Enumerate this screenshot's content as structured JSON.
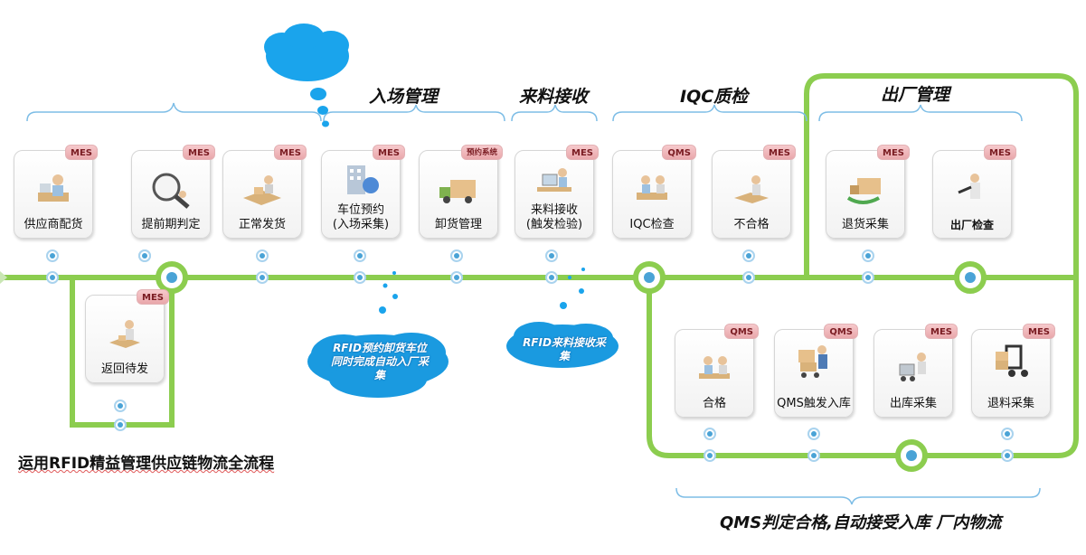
{
  "sections": {
    "entry": "入场管理",
    "receive": "来料接收",
    "iqc": "IQC质检",
    "exit": "出厂管理"
  },
  "cards": {
    "supplier": {
      "badge": "MES",
      "label": "供应商配货"
    },
    "advance": {
      "badge": "MES",
      "label": "提前期判定"
    },
    "normal": {
      "badge": "MES",
      "label": "正常发货"
    },
    "parking": {
      "badge": "MES",
      "label1": "车位预约",
      "label2": "(入场采集)"
    },
    "unload": {
      "badge": "预约系统",
      "label": "卸货管理"
    },
    "receiving": {
      "badge": "MES",
      "label1": "来料接收",
      "label2": "(触发检验)"
    },
    "iqc_check": {
      "badge": "QMS",
      "label": "IQC检查"
    },
    "fail": {
      "badge": "MES",
      "label": "不合格"
    },
    "return_collect": {
      "badge": "MES",
      "label": "退货采集"
    },
    "exit_check": {
      "badge": "MES",
      "label": "出厂检查"
    },
    "return_wait": {
      "badge": "MES",
      "label": "返回待发"
    },
    "pass": {
      "badge": "QMS",
      "label": "合格"
    },
    "qms_trigger": {
      "badge": "QMS",
      "label": "QMS触发入库"
    },
    "outbound": {
      "badge": "MES",
      "label": "出库采集"
    },
    "return_material": {
      "badge": "MES",
      "label": "退料采集"
    }
  },
  "bubbles": {
    "rfid1": "RFID预约卸货车位同时完成自动入厂采集",
    "rfid2": "RFID来料接收采集"
  },
  "captions": {
    "main": "运用RFID精益管理供应链物流全流程",
    "bottom": "QMS判定合格,自动接受入库  厂内物流"
  },
  "colors": {
    "flow_line": "#8ccd4f",
    "node": "#4aa3d6",
    "badge": "#ebb0b4",
    "bubble": "#1a9ae0"
  }
}
